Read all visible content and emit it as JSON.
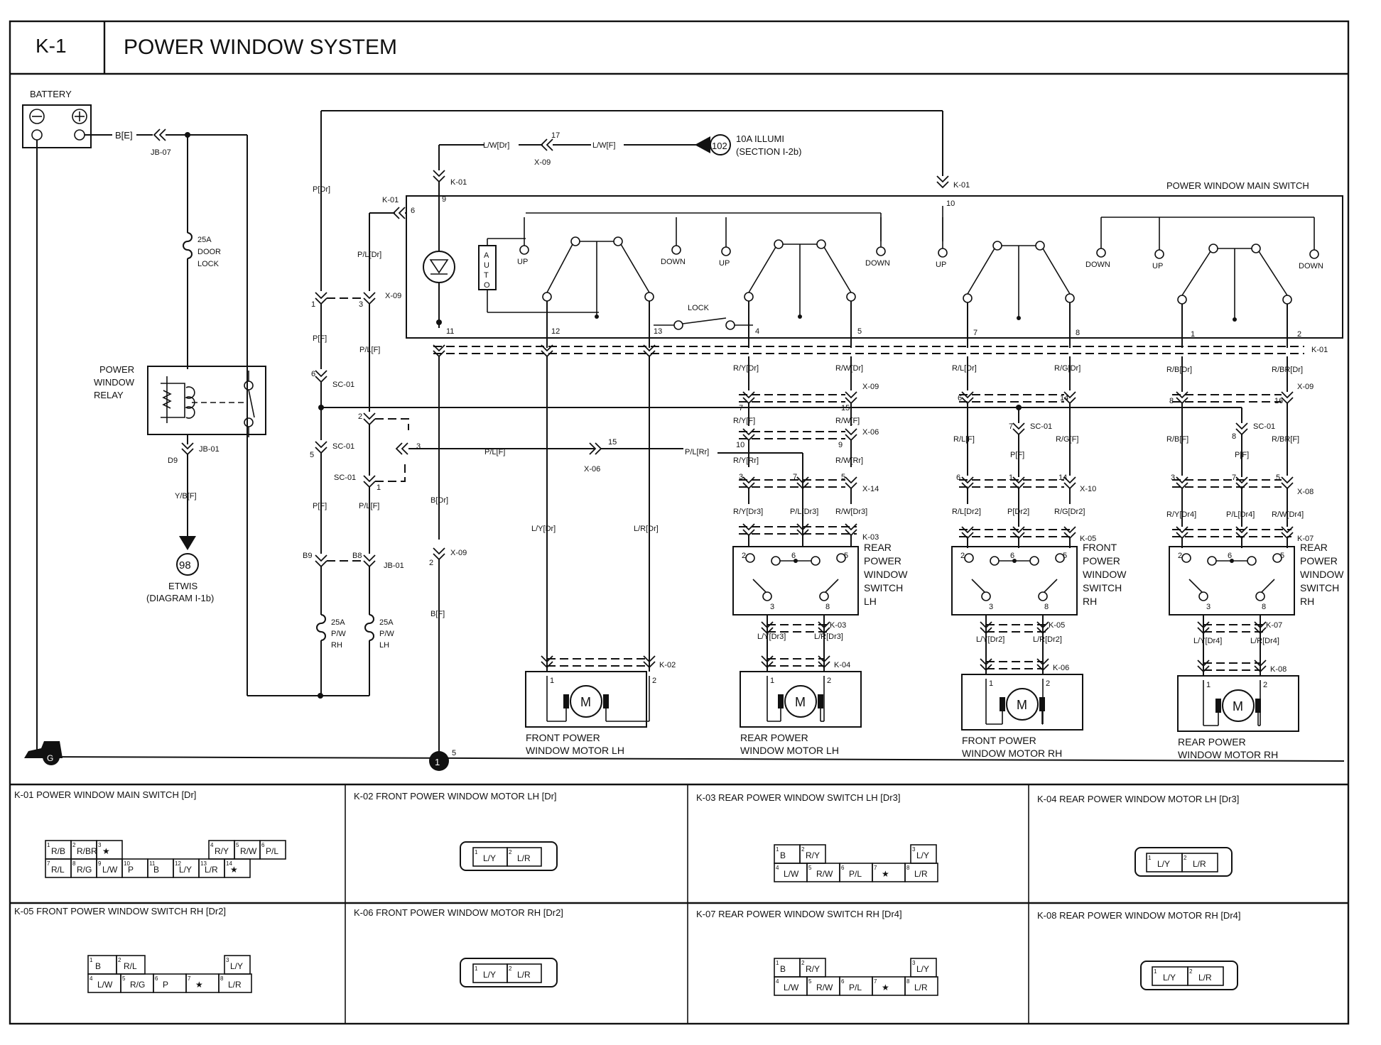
{
  "header": {
    "code": "K-1",
    "title": "POWER WINDOW SYSTEM"
  },
  "battery": {
    "label": "BATTERY",
    "wire": "B[E]",
    "connector": "JB-07"
  },
  "fuses": {
    "door_lock": {
      "line1": "25A",
      "line2": "DOOR",
      "line3": "LOCK"
    },
    "pw_rh": {
      "line1": "25A",
      "line2": "P/W",
      "line3": "RH"
    },
    "pw_lh": {
      "line1": "25A",
      "line2": "P/W",
      "line3": "LH"
    }
  },
  "relay": {
    "line1": "POWER",
    "line2": "WINDOW",
    "line3": "RELAY",
    "connector": "JB-01",
    "pin": "D9",
    "wire": "Y/B[F]"
  },
  "etwis": {
    "num": "98",
    "line1": "ETWIS",
    "line2": "(DIAGRAM I-1b)"
  },
  "illumi": {
    "num": "102",
    "line1": "10A ILLUMI",
    "line2": "(SECTION I-2b)",
    "wire1": "L/W[Dr]",
    "wire2": "L/W[F]",
    "pin": "17",
    "connector": "X-09"
  },
  "main_switch": {
    "label": "POWER WINDOW MAIN SWITCH",
    "auto_letters": [
      "A",
      "U",
      "T",
      "O"
    ],
    "lock": "LOCK",
    "up": "UP",
    "down": "DOWN"
  },
  "ground": {
    "symbol": "G",
    "num": "1",
    "pin": "5"
  },
  "labels": {
    "k01": "K-01",
    "x09": "X-09",
    "x06": "X-06",
    "x14": "X-14",
    "x10": "X-10",
    "x08": "X-08",
    "sc01": "SC-01",
    "jb01": "JB-01",
    "k02": "K-02",
    "k03": "K-03",
    "k04": "K-04",
    "k05": "K-05",
    "k06": "K-06",
    "k07": "K-07",
    "k08": "K-08",
    "p_dr": "P[Dr]",
    "pl_dr": "P/L[Dr]",
    "p_f": "P[F]",
    "pl_f": "P/L[F]",
    "b_dr": "B[Dr]",
    "b_f": "B[F]",
    "ly_dr": "L/Y[Dr]",
    "lr_dr": "L/R[Dr]",
    "pl_rr": "P/L[Rr]",
    "ry_dr": "R/Y[Dr]",
    "rw_dr": "R/W[Dr]",
    "ry_f": "R/Y[F]",
    "rw_f": "R/W[F]",
    "ry_rr": "R/Y[Rr]",
    "rw_rr": "R/W[Rr]",
    "ry_dr3": "R/Y[Dr3]",
    "pl_dr3": "P/L[Dr3]",
    "rw_dr3": "R/W[Dr3]",
    "ly_dr3": "L/Y[Dr3]",
    "lr_dr3": "L/R[Dr3]",
    "rl_dr": "R/L[Dr]",
    "rg_dr": "R/G[Dr]",
    "rl_f": "R/L[F]",
    "rg_f": "R/G[F]",
    "rl_dr2": "R/L[Dr2]",
    "p_dr2": "P[Dr2]",
    "rg_dr2": "R/G[Dr2]",
    "ly_dr2": "L/Y[Dr2]",
    "lr_dr2": "L/R[Dr2]",
    "rb_dr": "R/B[Dr]",
    "rbr_dr": "R/BR[Dr]",
    "rb_f": "R/B[F]",
    "rbr_f": "R/BR[F]",
    "ry_dr4": "R/Y[Dr4]",
    "pl_dr4": "P/L[Dr4]",
    "rw_dr4": "R/W[Dr4]",
    "ly_dr4": "L/Y[Dr4]",
    "lr_dr4": "L/R[Dr4]"
  },
  "pins": {
    "p1": "1",
    "p2": "2",
    "p3": "3",
    "p4": "4",
    "p5": "5",
    "p6": "6",
    "p7": "7",
    "p8": "8",
    "p9": "9",
    "p10": "10",
    "p11": "11",
    "p12": "12",
    "p13": "13",
    "p14": "14",
    "p15": "15",
    "p16": "16",
    "b8": "B8",
    "b9": "B9"
  },
  "motor_symbol": "M",
  "star": "★",
  "rear_switch_lh": {
    "l1": "REAR",
    "l2": "POWER",
    "l3": "WINDOW",
    "l4": "SWITCH",
    "l5": "LH"
  },
  "front_switch_rh": {
    "l1": "FRONT",
    "l2": "POWER",
    "l3": "WINDOW",
    "l4": "SWITCH",
    "l5": "RH"
  },
  "rear_switch_rh": {
    "l1": "REAR",
    "l2": "POWER",
    "l3": "WINDOW",
    "l4": "SWITCH",
    "l5": "RH"
  },
  "motors": {
    "flh": {
      "l1": "FRONT POWER",
      "l2": "WINDOW MOTOR LH"
    },
    "rlh": {
      "l1": "REAR POWER",
      "l2": "WINDOW MOTOR LH"
    },
    "frh": {
      "l1": "FRONT POWER",
      "l2": "WINDOW MOTOR RH"
    },
    "rrh": {
      "l1": "REAR POWER",
      "l2": "WINDOW MOTOR RH"
    }
  },
  "connector_views": {
    "k01": {
      "title": "K-01 POWER WINDOW MAIN SWITCH [Dr]",
      "row1": [
        [
          "1",
          "R/B"
        ],
        [
          "2",
          "R/BR"
        ],
        [
          "3",
          "★"
        ],
        [
          "4",
          "R/Y"
        ],
        [
          "5",
          "R/W"
        ],
        [
          "6",
          "P/L"
        ]
      ],
      "row2": [
        [
          "7",
          "R/L"
        ],
        [
          "8",
          "R/G"
        ],
        [
          "9",
          "L/W"
        ],
        [
          "10",
          "P"
        ],
        [
          "11",
          "B"
        ],
        [
          "12",
          "L/Y"
        ],
        [
          "13",
          "L/R"
        ],
        [
          "14",
          "★"
        ]
      ]
    },
    "k02": {
      "title": "K-02 FRONT POWER WINDOW MOTOR LH [Dr]",
      "pins": [
        [
          "1",
          "L/Y"
        ],
        [
          "2",
          "L/R"
        ]
      ]
    },
    "k03": {
      "title": "K-03 REAR POWER WINDOW SWITCH LH [Dr3]",
      "row1": [
        [
          "1",
          "B"
        ],
        [
          "2",
          "R/Y"
        ],
        [
          "3",
          "L/Y"
        ]
      ],
      "row2": [
        [
          "4",
          "L/W"
        ],
        [
          "5",
          "R/W"
        ],
        [
          "6",
          "P/L"
        ],
        [
          "7",
          "★"
        ],
        [
          "8",
          "L/R"
        ]
      ]
    },
    "k04": {
      "title": "K-04 REAR POWER WINDOW MOTOR LH [Dr3]",
      "pins": [
        [
          "1",
          "L/Y"
        ],
        [
          "2",
          "L/R"
        ]
      ]
    },
    "k05": {
      "title": "K-05 FRONT POWER WINDOW SWITCH RH [Dr2]",
      "row1": [
        [
          "1",
          "B"
        ],
        [
          "2",
          "R/L"
        ],
        [
          "3",
          "L/Y"
        ]
      ],
      "row2": [
        [
          "4",
          "L/W"
        ],
        [
          "5",
          "R/G"
        ],
        [
          "6",
          "P"
        ],
        [
          "7",
          "★"
        ],
        [
          "8",
          "L/R"
        ]
      ]
    },
    "k06": {
      "title": "K-06 FRONT POWER WINDOW MOTOR RH [Dr2]",
      "pins": [
        [
          "1",
          "L/Y"
        ],
        [
          "2",
          "L/R"
        ]
      ]
    },
    "k07": {
      "title": "K-07 REAR POWER WINDOW SWITCH RH [Dr4]",
      "row1": [
        [
          "1",
          "B"
        ],
        [
          "2",
          "R/Y"
        ],
        [
          "3",
          "L/Y"
        ]
      ],
      "row2": [
        [
          "4",
          "L/W"
        ],
        [
          "5",
          "R/W"
        ],
        [
          "6",
          "P/L"
        ],
        [
          "7",
          "★"
        ],
        [
          "8",
          "L/R"
        ]
      ]
    },
    "k08": {
      "title": "K-08 REAR POWER WINDOW MOTOR RH [Dr4]",
      "pins": [
        [
          "1",
          "L/Y"
        ],
        [
          "2",
          "L/R"
        ]
      ]
    }
  }
}
